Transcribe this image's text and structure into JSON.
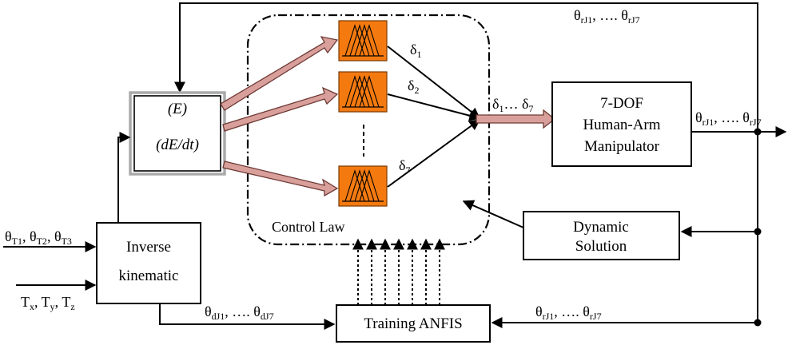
{
  "control_law_label": "Control Law",
  "error_block": {
    "line1": "(E)",
    "line2": "(dE/dt)"
  },
  "inverse_kinematic": {
    "line1": "Inverse",
    "line2": "kinematic"
  },
  "manipulator": {
    "line1": "7-DOF",
    "line2": "Human-Arm",
    "line3": "Manipulator"
  },
  "dynamic_solution": {
    "line1": "Dynamic",
    "line2": "Solution"
  },
  "training_anfis": {
    "label": "Training ANFIS"
  },
  "fuzzy_outputs": {
    "d1_base": "δ",
    "d1_sub": "1",
    "d2_base": "δ",
    "d2_sub": "2",
    "d7_base": "δ",
    "d7_sub": "7",
    "combined": {
      "b1": "δ",
      "s1": "1",
      "mid": "… δ",
      "s2": "7"
    }
  },
  "signals": {
    "feedback_top": {
      "b1": "θ",
      "s1": "rJ1",
      "mid": ", …. θ",
      "s2": "rJ7"
    },
    "manip_output": {
      "b1": "θ",
      "s1": "rJ1",
      "mid": ", …. θ",
      "s2": "rJ7"
    },
    "training_input": {
      "b1": "θ",
      "s1": "rJ1",
      "mid": ", …. θ",
      "s2": "rJ7"
    },
    "desired": {
      "b1": "θ",
      "s1": "dJ1",
      "mid": ", …. θ",
      "s2": "dJ7"
    },
    "target_angles": {
      "b1": "θ",
      "s1": "T1",
      "m1": ", θ",
      "s2": "T2",
      "m2": ", θ",
      "s3": "T3"
    },
    "target_pos": {
      "b1": "T",
      "s1": "x",
      "m1": ", T",
      "s2": "y",
      "m2": ", T",
      "s3": "z"
    }
  },
  "colors": {
    "fuzzy_block": "#f47a10",
    "fat_arrow": "#d9a09b",
    "fat_arrow_edge": "#6e3a35"
  },
  "icons": {
    "membership": "triangular-membership-functions-icon"
  }
}
